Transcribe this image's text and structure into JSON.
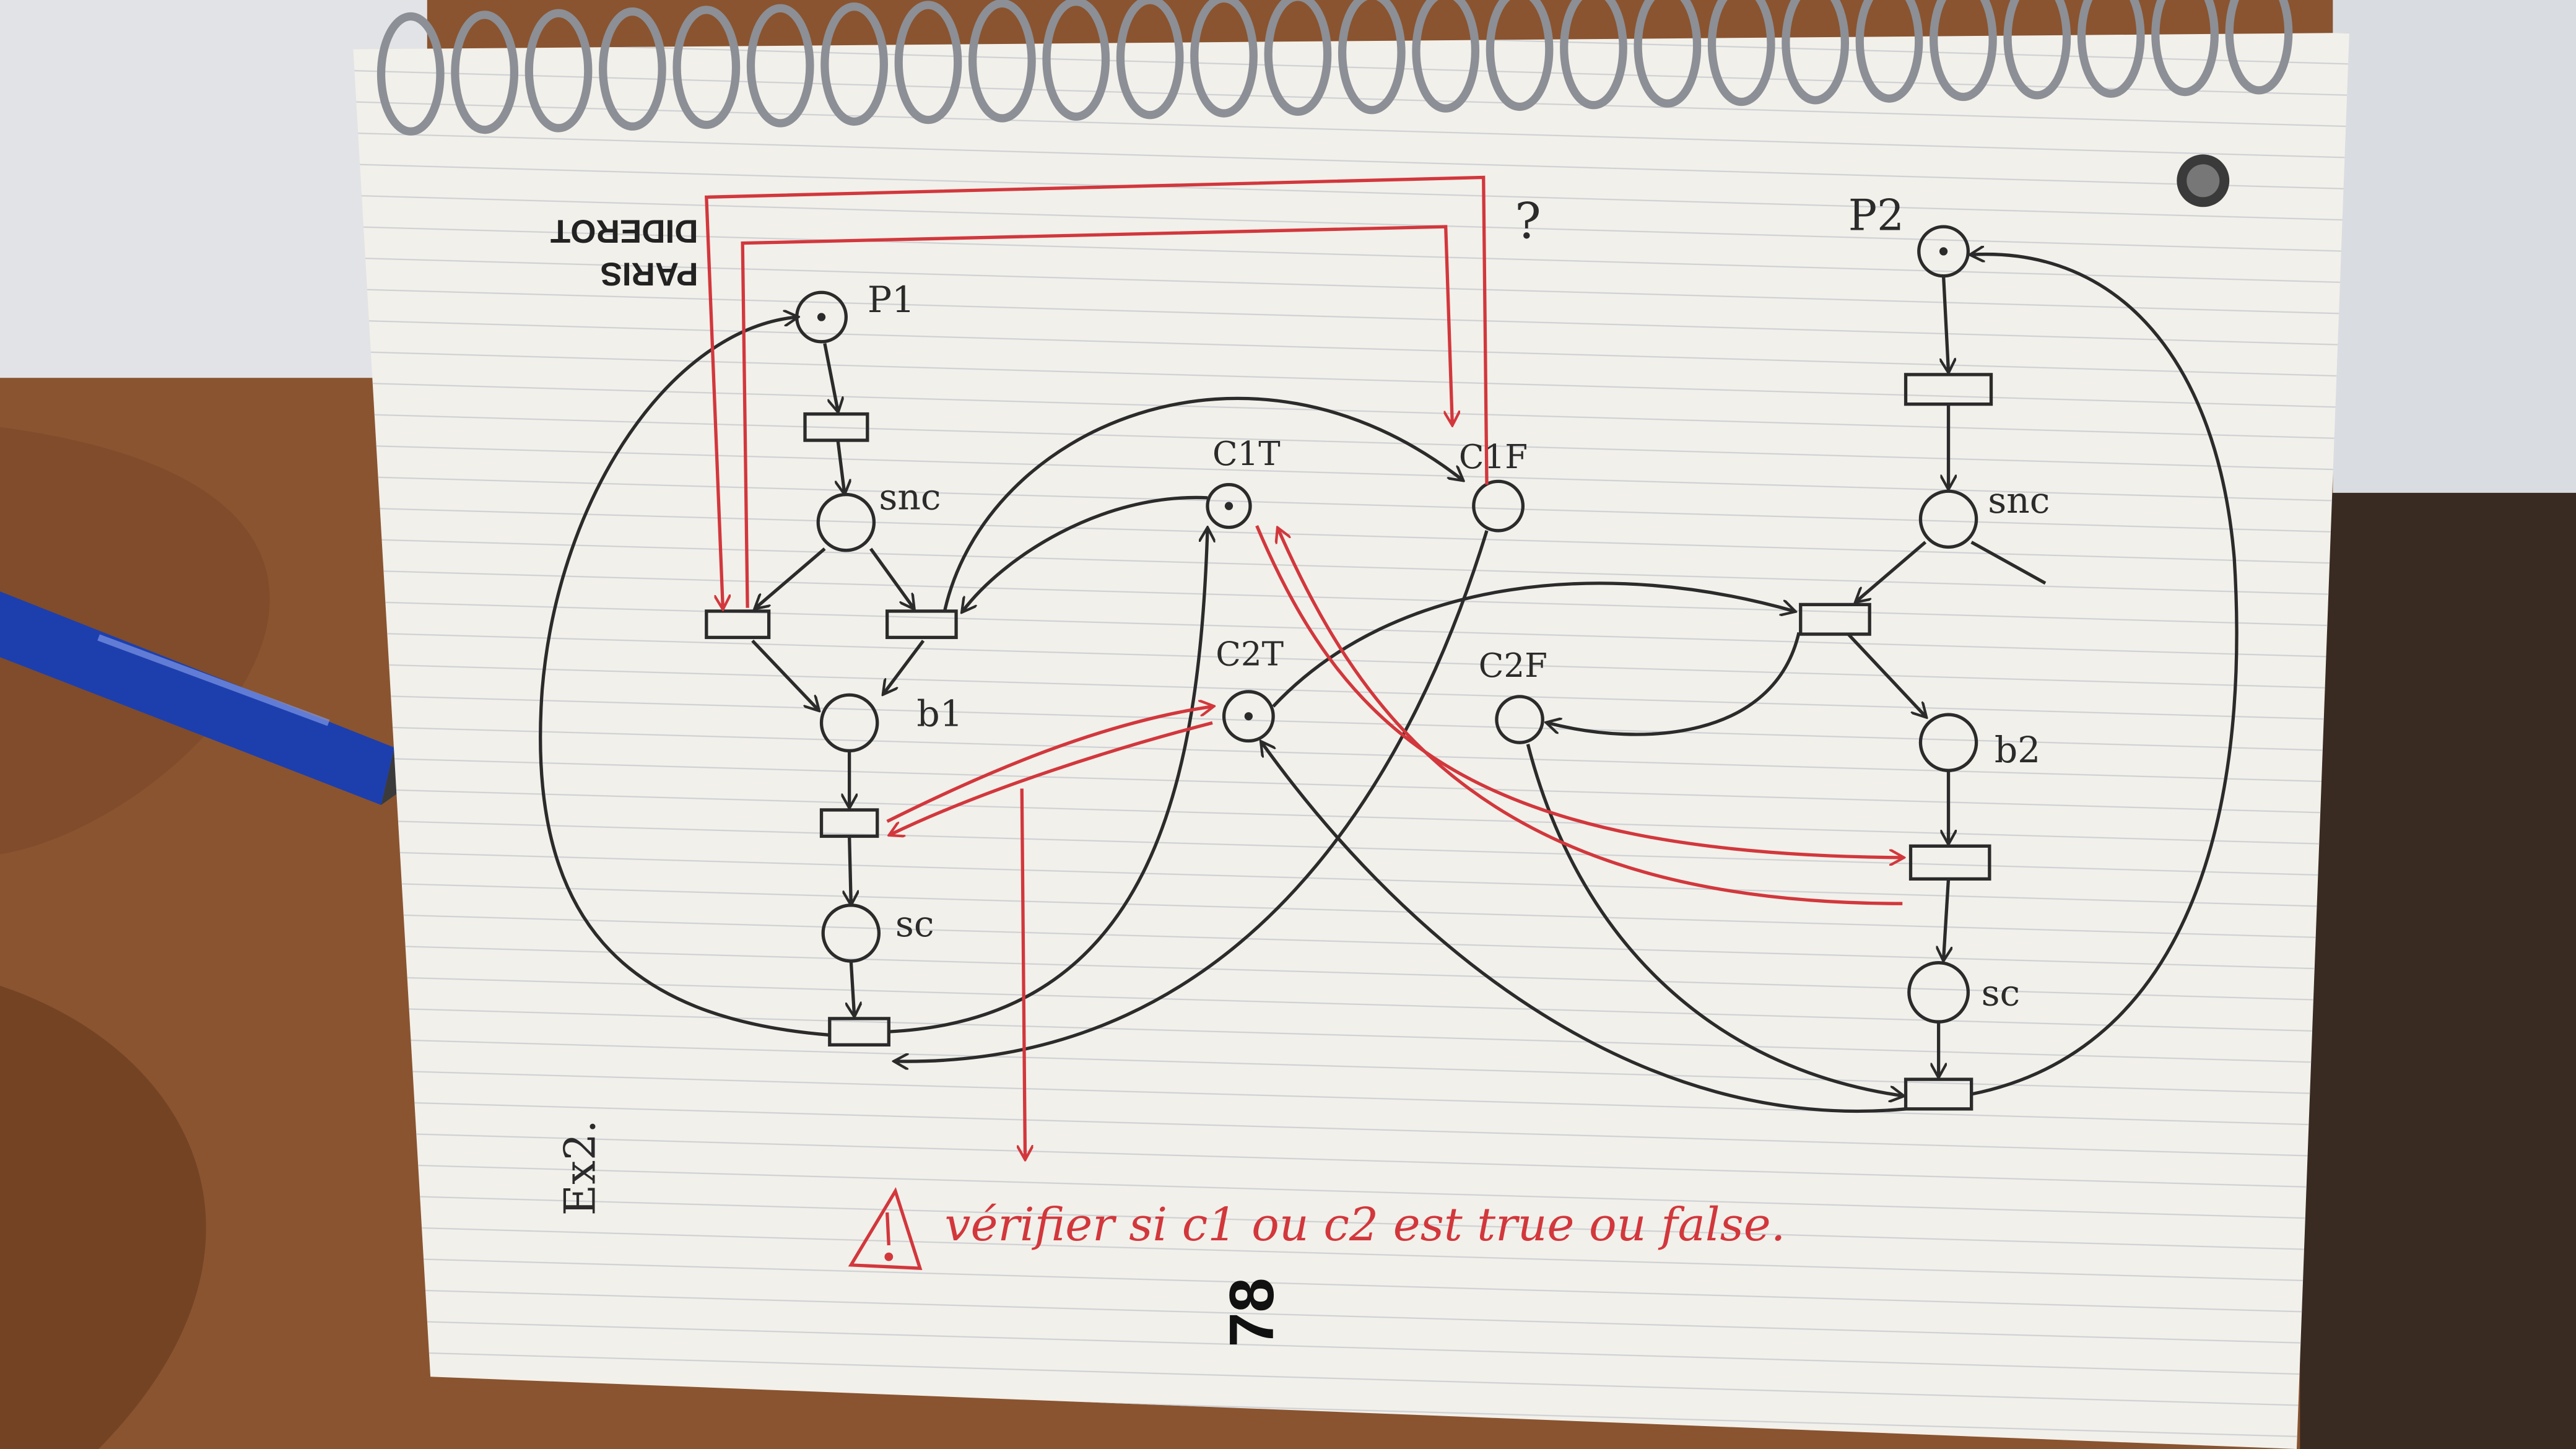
{
  "photo": {
    "subject": "spiral notebook page with hand-drawn Petri net",
    "colors": {
      "table": "#8a5430",
      "paper": "#f2f0ea",
      "ink": "#2b2b2b",
      "red_ink": "#d2373c",
      "pen_blue": "#1d3fae"
    }
  },
  "notebook": {
    "brand_line1": "PARIS",
    "brand_line2": "DIDEROT",
    "exercise": "Ex2.",
    "question_mark": "?",
    "page_number": "78"
  },
  "petri_net": {
    "places": {
      "p1": "P1",
      "p2": "P2",
      "snc1": "snc",
      "snc2": "snc",
      "b1": "b1",
      "b2": "b2",
      "sc1": "sc",
      "sc2": "sc",
      "c1t": "C1T",
      "c1f": "C1F",
      "c2t": "C2T",
      "c2f": "C2F"
    }
  },
  "red_note": {
    "warning_icon": "warning-triangle-icon",
    "text": "vérifier si c1 ou c2 est true ou false."
  }
}
